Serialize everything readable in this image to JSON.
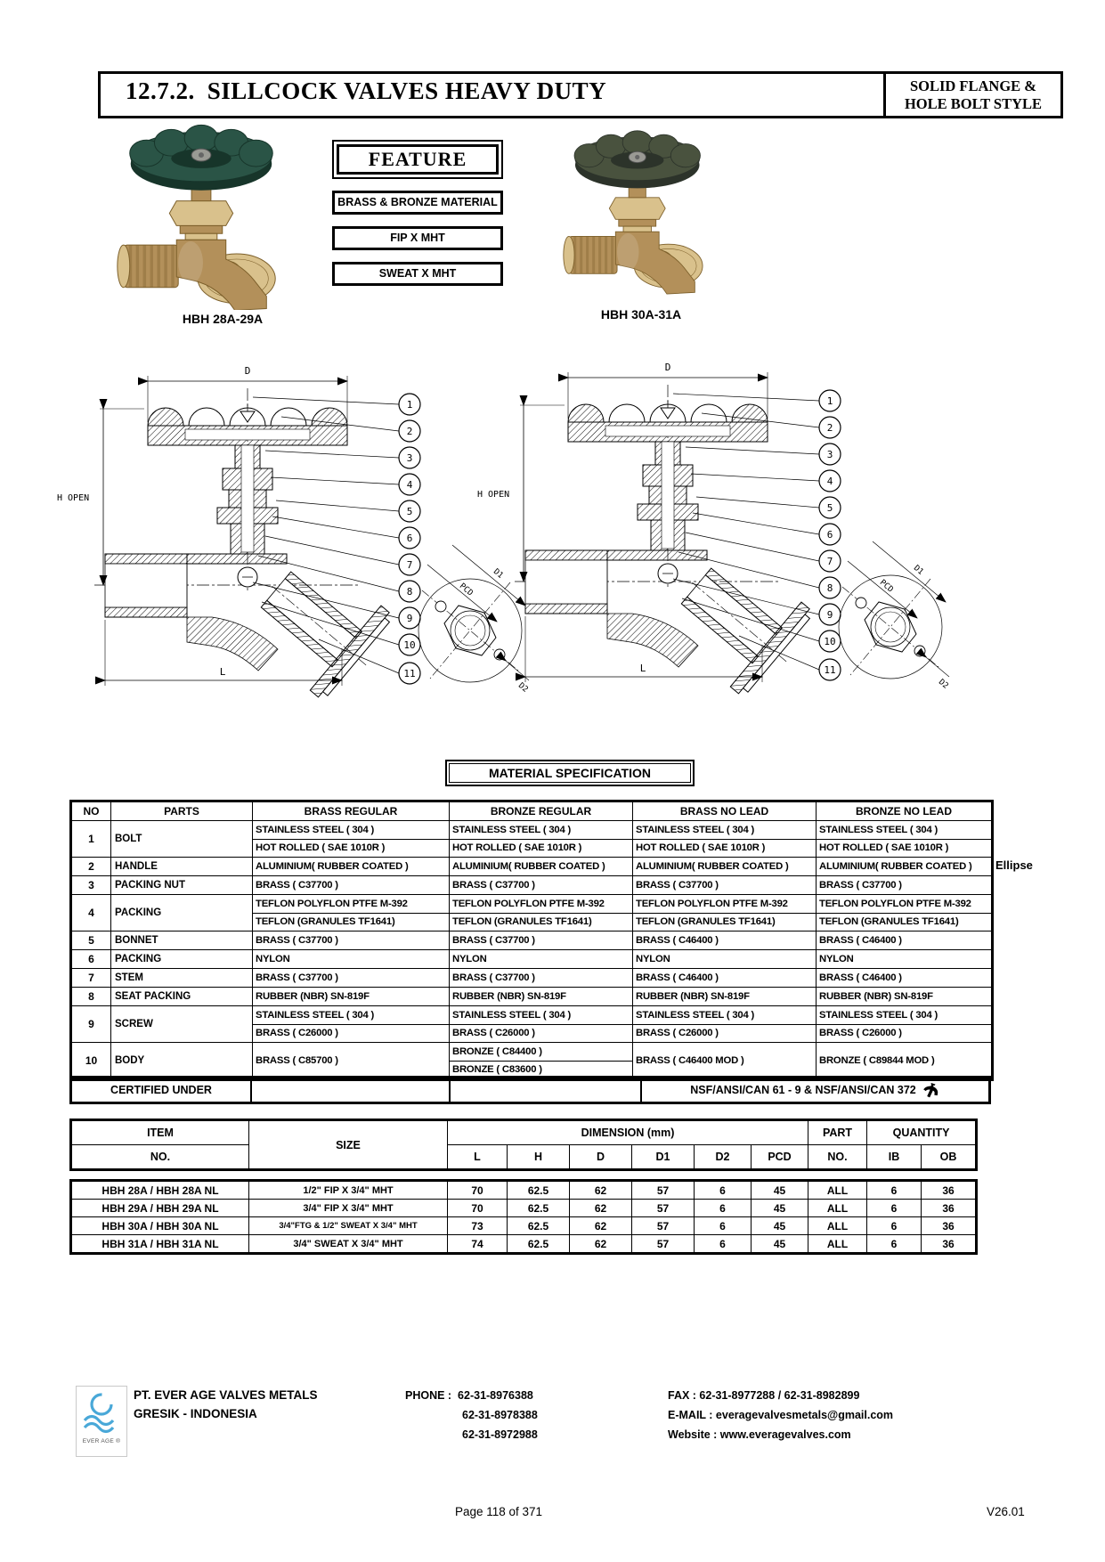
{
  "header": {
    "section_no": "12.7.2.",
    "title": "SILLCOCK VALVES HEAVY DUTY",
    "style_line1": "SOLID FLANGE &",
    "style_line2": "HOLE BOLT STYLE"
  },
  "feature": {
    "title": "FEATURE",
    "items": [
      "BRASS & BRONZE MATERIAL",
      "FIP X MHT",
      "SWEAT X MHT"
    ]
  },
  "models": {
    "left": "HBH 28A-29A",
    "right": "HBH 30A-31A"
  },
  "drawing": {
    "dim_d": "D",
    "dim_h": "H  OPEN",
    "dim_l": "L",
    "dim_d1": "D1",
    "dim_pcd": "PCD",
    "dim_d2": "D2",
    "callouts": [
      "1",
      "2",
      "3",
      "4",
      "5",
      "6",
      "7",
      "8",
      "9",
      "10",
      "11"
    ]
  },
  "spec": {
    "title": "MATERIAL SPECIFICATION",
    "annotation": "Ellipse",
    "columns": [
      "NO",
      "PARTS",
      "BRASS REGULAR",
      "BRONZE REGULAR",
      "BRASS NO LEAD",
      "BRONZE NO LEAD"
    ],
    "rows": [
      {
        "no": "1",
        "part": "BOLT",
        "cells": [
          [
            "STAINLESS STEEL ( 304 )",
            "HOT ROLLED ( SAE 1010R )"
          ],
          [
            "STAINLESS STEEL ( 304 )",
            "HOT ROLLED ( SAE 1010R )"
          ],
          [
            "STAINLESS STEEL ( 304 )",
            "HOT ROLLED ( SAE 1010R )"
          ],
          [
            "STAINLESS STEEL ( 304 )",
            "HOT ROLLED ( SAE 1010R )"
          ]
        ]
      },
      {
        "no": "2",
        "part": "HANDLE",
        "cells": [
          [
            "ALUMINIUM( RUBBER COATED )"
          ],
          [
            "ALUMINIUM( RUBBER COATED )"
          ],
          [
            "ALUMINIUM( RUBBER COATED )"
          ],
          [
            "ALUMINIUM( RUBBER COATED )"
          ]
        ]
      },
      {
        "no": "3",
        "part": "PACKING NUT",
        "cells": [
          [
            "BRASS ( C37700 )"
          ],
          [
            "BRASS ( C37700 )"
          ],
          [
            "BRASS ( C37700 )"
          ],
          [
            "BRASS ( C37700 )"
          ]
        ]
      },
      {
        "no": "4",
        "part": "PACKING",
        "cells": [
          [
            "TEFLON POLYFLON PTFE M-392",
            "TEFLON (GRANULES TF1641)"
          ],
          [
            "TEFLON POLYFLON PTFE M-392",
            "TEFLON (GRANULES TF1641)"
          ],
          [
            "TEFLON POLYFLON PTFE M-392",
            "TEFLON (GRANULES TF1641)"
          ],
          [
            "TEFLON POLYFLON PTFE M-392",
            "TEFLON (GRANULES TF1641)"
          ]
        ]
      },
      {
        "no": "5",
        "part": "BONNET",
        "cells": [
          [
            "BRASS ( C37700 )"
          ],
          [
            "BRASS ( C37700 )"
          ],
          [
            "BRASS ( C46400 )"
          ],
          [
            "BRASS ( C46400 )"
          ]
        ]
      },
      {
        "no": "6",
        "part": "PACKING",
        "cells": [
          [
            "NYLON"
          ],
          [
            "NYLON"
          ],
          [
            "NYLON"
          ],
          [
            "NYLON"
          ]
        ]
      },
      {
        "no": "7",
        "part": "STEM",
        "cells": [
          [
            "BRASS ( C37700 )"
          ],
          [
            "BRASS ( C37700 )"
          ],
          [
            "BRASS ( C46400 )"
          ],
          [
            "BRASS ( C46400 )"
          ]
        ]
      },
      {
        "no": "8",
        "part": "SEAT PACKING",
        "cells": [
          [
            "RUBBER (NBR) SN-819F"
          ],
          [
            "RUBBER (NBR) SN-819F"
          ],
          [
            "RUBBER (NBR) SN-819F"
          ],
          [
            "RUBBER (NBR) SN-819F"
          ]
        ]
      },
      {
        "no": "9",
        "part": "SCREW",
        "cells": [
          [
            "STAINLESS STEEL ( 304 )",
            "BRASS ( C26000 )"
          ],
          [
            "STAINLESS STEEL ( 304 )",
            "BRASS ( C26000 )"
          ],
          [
            "STAINLESS STEEL ( 304 )",
            "BRASS ( C26000 )"
          ],
          [
            "STAINLESS STEEL ( 304 )",
            "BRASS ( C26000 )"
          ]
        ]
      },
      {
        "no": "10",
        "part": "BODY",
        "cells": [
          [
            "BRASS ( C85700 )"
          ],
          [
            "BRONZE ( C84400 )",
            "BRONZE ( C83600 )"
          ],
          [
            "BRASS ( C46400 MOD )"
          ],
          [
            "BRONZE ( C89844 MOD )"
          ]
        ]
      }
    ],
    "certified_label": "CERTIFIED UNDER",
    "certified_value": "NSF/ANSI/CAN 61 - 9 & NSF/ANSI/CAN 372"
  },
  "dim_table": {
    "item_header": "ITEM",
    "item_sub": "NO.",
    "size_header": "SIZE",
    "dimension_header": "DIMENSION (mm)",
    "dims": [
      "L",
      "H",
      "D",
      "D1",
      "D2",
      "PCD"
    ],
    "part_header": "PART",
    "part_sub": "NO.",
    "quantity_header": "QUANTITY",
    "qty_subs": [
      "IB",
      "OB"
    ],
    "rows": [
      {
        "item": "HBH 28A / HBH 28A NL",
        "size": "1/2\" FIP X 3/4\" MHT",
        "values": [
          "70",
          "62.5",
          "62",
          "57",
          "6",
          "45",
          "ALL",
          "6",
          "36"
        ]
      },
      {
        "item": "HBH 29A / HBH 29A NL",
        "size": "3/4\" FIP X 3/4\" MHT",
        "values": [
          "70",
          "62.5",
          "62",
          "57",
          "6",
          "45",
          "ALL",
          "6",
          "36"
        ]
      },
      {
        "item": "HBH 30A / HBH 30A NL",
        "size": "3/4\"FTG & 1/2\" SWEAT X 3/4\" MHT",
        "values": [
          "73",
          "62.5",
          "62",
          "57",
          "6",
          "45",
          "ALL",
          "6",
          "36"
        ]
      },
      {
        "item": "HBH 31A / HBH 31A NL",
        "size": "3/4\" SWEAT X 3/4\" MHT",
        "values": [
          "74",
          "62.5",
          "62",
          "57",
          "6",
          "45",
          "ALL",
          "6",
          "36"
        ]
      }
    ]
  },
  "footer": {
    "company": "PT. EVER AGE VALVES METALS",
    "city": "GRESIK - INDONESIA",
    "logo_text": "EVER AGE ®",
    "phone_label": "PHONE :",
    "phones": [
      "62-31-8976388",
      "62-31-8978388",
      "62-31-8972988"
    ],
    "fax": "FAX  : 62-31-8977288 / 62-31-8982899",
    "email": "E-MAIL  : everagevalvesmetals@gmail.com",
    "website": "Website  : www.everagevalves.com"
  },
  "page": {
    "page_info": "Page 118 of 371",
    "version": "V26.01"
  },
  "colors": {
    "handle_green": "#2a5446",
    "handle_green_dark": "#17352a",
    "handle_olive": "#49523e",
    "handle_olive_dark": "#2c332a",
    "brass": "#b3905a",
    "brass_dark": "#7c5f2a",
    "brass_light": "#d9c18c",
    "logo_blue": "#49a8d8"
  }
}
